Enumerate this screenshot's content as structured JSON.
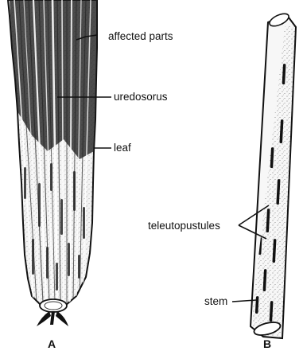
{
  "figure": {
    "panel_a": {
      "caption": "A",
      "labels": {
        "affected_parts": "affected parts",
        "uredosorus": "uredosorus",
        "leaf": "leaf"
      }
    },
    "panel_b": {
      "caption": "B",
      "labels": {
        "teleutopustules": "teleutopustules",
        "stem": "stem"
      }
    }
  },
  "colors": {
    "ink": "#111111",
    "paper": "#ffffff"
  }
}
